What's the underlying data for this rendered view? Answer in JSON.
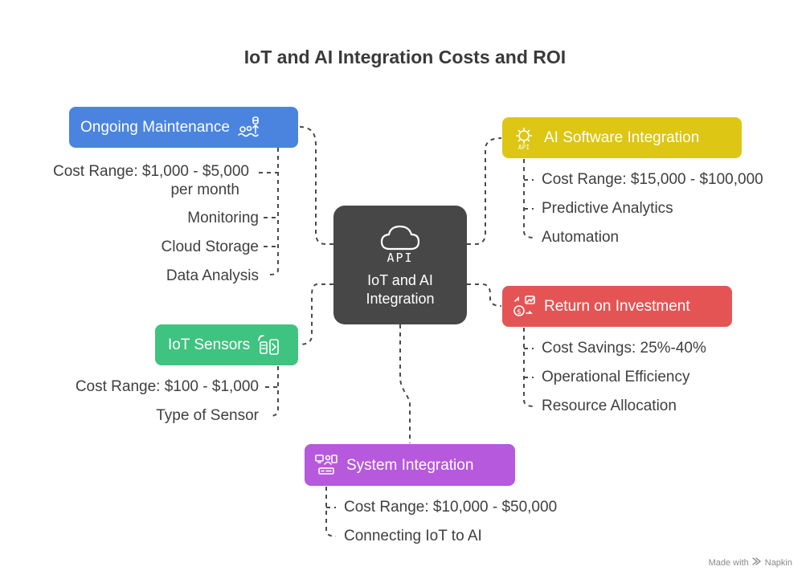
{
  "title": "IoT and AI Integration Costs and ROI",
  "center": {
    "icon": "cloud-api-icon",
    "icon_text": "API",
    "label": "IoT and AI Integration"
  },
  "branches": {
    "maintenance": {
      "label": "Ongoing Maintenance",
      "icon": "maintenance-icon",
      "color": "#4a84df",
      "items": [
        "Cost Range: $1,000 - $5,000 per month",
        "Monitoring",
        "Cloud Storage",
        "Data Analysis"
      ]
    },
    "ai_software": {
      "label": "AI Software Integration",
      "icon": "ai-gear-icon",
      "icon_text": "API",
      "color": "#ddc614",
      "items": [
        "Cost Range: $15,000 - $100,000",
        "Predictive Analytics",
        "Automation"
      ]
    },
    "roi": {
      "label": "Return on Investment",
      "icon": "dollar-chart-icon",
      "color": "#e45454",
      "items": [
        "Cost Savings: 25%-40%",
        "Operational Efficiency",
        "Resource Allocation"
      ]
    },
    "iot_sensors": {
      "label": "IoT Sensors",
      "icon": "sensor-icon",
      "color": "#3fc380",
      "items": [
        "Cost Range: $100 - $1,000",
        "Type of Sensor"
      ]
    },
    "system_integration": {
      "label": "System Integration",
      "icon": "network-devices-icon",
      "color": "#b659dd",
      "items": [
        "Cost Range: $10,000 - $50,000",
        "Connecting IoT to AI"
      ]
    }
  },
  "watermark": {
    "made_with": "Made with",
    "brand": "Napkin",
    "icon": "napkin-logo-icon"
  }
}
